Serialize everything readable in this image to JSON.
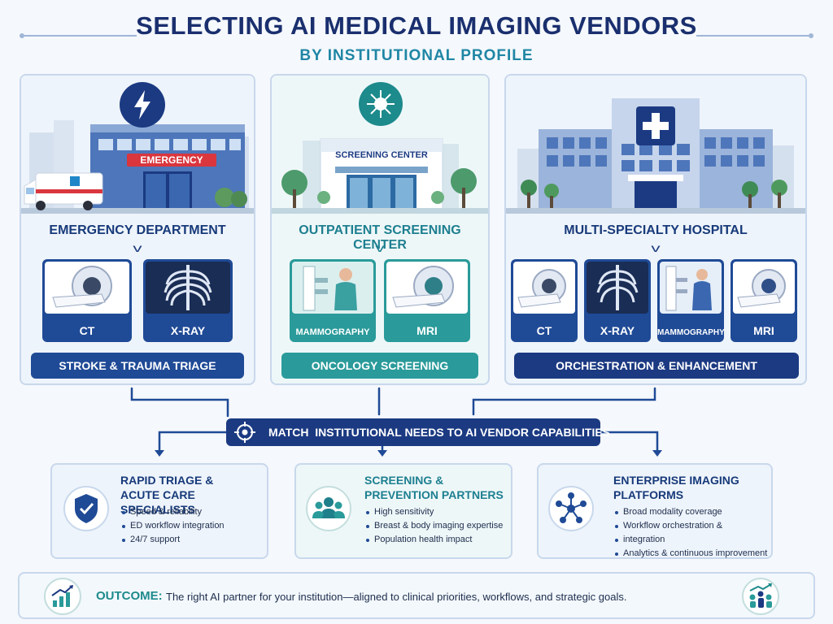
{
  "header": {
    "title": "SELECTING AI MEDICAL IMAGING VENDORS",
    "subtitle": "BY INSTITUTIONAL PROFILE"
  },
  "colors": {
    "navy": "#1b3a82",
    "blue": "#1f4a96",
    "teal": "#2a9a9a",
    "title": "#1a2f6e",
    "subtitle": "#1f86a5"
  },
  "panels": {
    "emergency": {
      "icon": "lightning-icon",
      "sign": "EMERGENCY",
      "title": "EMERGENCY DEPARTMENT",
      "tiles": [
        "CT",
        "X-RAY"
      ],
      "use_case": "STROKE & TRAUMA TRIAGE"
    },
    "screening": {
      "icon": "starburst-icon",
      "sign": "SCREENING CENTER",
      "title": "OUTPATIENT SCREENING CENTER",
      "tiles": [
        "MAMMOGRAPHY",
        "MRI"
      ],
      "use_case": "ONCOLOGY SCREENING"
    },
    "hospital": {
      "icon": "medical-cross-icon",
      "title": "MULTI-SPECIALTY HOSPITAL",
      "tiles": [
        "CT",
        "X-RAY",
        "MAMMOGRAPHY",
        "MRI"
      ],
      "use_case": "ORCHESTRATION & ENHANCEMENT"
    }
  },
  "match": {
    "icon": "target-icon",
    "label": "MATCH  INSTITUTIONAL NEEDS TO AI VENDOR CAPABILITIES"
  },
  "vendors": [
    {
      "icon": "shield-check-icon",
      "title_line1": "RAPID TRIAGE &",
      "title_line2": "ACUTE CARE SPECIALISTS",
      "bullets": [
        "Speed & reliability",
        "ED workflow integration",
        "24/7 support"
      ]
    },
    {
      "icon": "people-group-icon",
      "title_line1": "SCREENING &",
      "title_line2": "PREVENTION PARTNERS",
      "bullets": [
        "High sensitivity",
        "Breast & body imaging expertise",
        "Population health impact"
      ]
    },
    {
      "icon": "network-hub-icon",
      "title_line1": "ENTERPRISE IMAGING",
      "title_line2": "PLATFORMS",
      "bullets": [
        "Broad modality coverage",
        "Workflow orchestration &",
        "integration",
        "Analytics & continuous improvement"
      ]
    }
  ],
  "outcome": {
    "icon_left": "bar-chart-growth-icon",
    "icon_right": "people-growth-icon",
    "label": "OUTCOME:",
    "text": "The right AI partner for your institution—aligned to clinical priorities, workflows, and strategic goals."
  }
}
